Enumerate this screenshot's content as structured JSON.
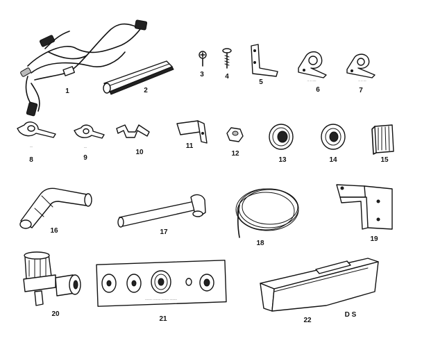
{
  "parts": [
    {
      "id": "wire-harness",
      "number": "1"
    },
    {
      "id": "gasket-strip",
      "number": "2"
    },
    {
      "id": "screw-a",
      "number": "3"
    },
    {
      "id": "screw-b",
      "number": "4"
    },
    {
      "id": "bracket-l",
      "number": "5"
    },
    {
      "id": "clamp-large",
      "number": "6"
    },
    {
      "id": "clamp-medium",
      "number": "7"
    },
    {
      "id": "clip-a",
      "number": "8"
    },
    {
      "id": "clip-b",
      "number": "9"
    },
    {
      "id": "clip-c",
      "number": "10"
    },
    {
      "id": "clip-d",
      "number": "11"
    },
    {
      "id": "nut",
      "number": "12"
    },
    {
      "id": "grommet-a",
      "number": "13"
    },
    {
      "id": "grommet-b",
      "number": "14"
    },
    {
      "id": "spring-clip",
      "number": "15"
    },
    {
      "id": "elbow-tube",
      "number": "16"
    },
    {
      "id": "fill-tube",
      "number": "17"
    },
    {
      "id": "water-line",
      "number": "18"
    },
    {
      "id": "mounting-bracket",
      "number": "19"
    },
    {
      "id": "water-valve",
      "number": "20"
    },
    {
      "id": "fitting-kit",
      "number": "21"
    },
    {
      "id": "ice-bin",
      "number": "22"
    }
  ],
  "ds_label": "D S"
}
